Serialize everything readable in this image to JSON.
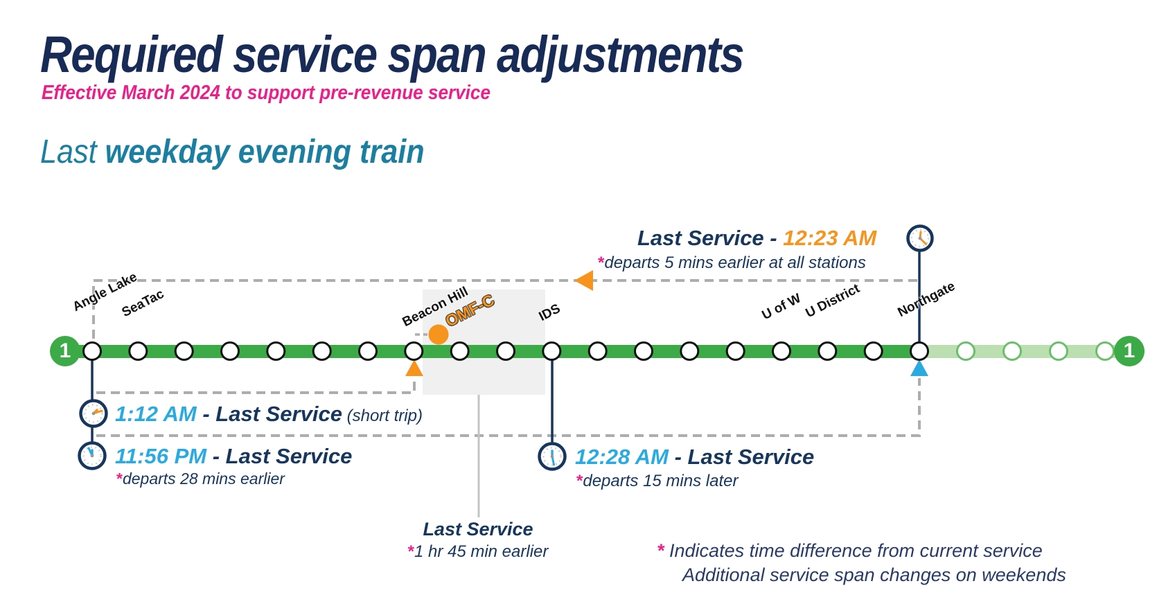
{
  "header": {
    "title": "Required service span adjustments",
    "subtitle": "Effective March 2024 to support pre-revenue service",
    "section_prefix": "Last ",
    "section_bold": "weekday evening train"
  },
  "route": {
    "number": "1"
  },
  "stations": [
    {
      "label": "Angle Lake"
    },
    {
      "label": "SeaTac"
    },
    {
      "label": "Beacon Hill"
    },
    {
      "label": "IDS"
    },
    {
      "label": "U of W"
    },
    {
      "label": "U District"
    },
    {
      "label": "Northgate"
    }
  ],
  "facility": {
    "label": "OMF-C"
  },
  "annotations": {
    "northgate_last": {
      "label": "Last Service - ",
      "time": "12:23 AM",
      "star": "*",
      "note": "departs 5 mins earlier at all stations"
    },
    "short_trip": {
      "time": "1:12 AM",
      "label": " - Last Service",
      "suffix": " (short trip)"
    },
    "angle_lake_last": {
      "time": "11:56 PM",
      "label": " - Last Service",
      "star": "*",
      "note": "departs 28 mins earlier"
    },
    "ids_last": {
      "time": "12:28 AM",
      "label": " - Last Service",
      "star": "*",
      "note": "departs 15 mins later"
    },
    "omf_last": {
      "label": "Last Service",
      "star": "*",
      "note": "1 hr 45 min earlier"
    }
  },
  "legend": {
    "star": "* ",
    "line1": "Indicates time difference from current service",
    "line2": "Additional service span changes on weekends"
  },
  "colors": {
    "navy_title": "#182A56",
    "pink": "#EC1E8C",
    "teal": "#1A7FA0",
    "line_green": "#3CAA47",
    "faded_green": "#BCDFB2",
    "cyan_time": "#29ABE2",
    "orange": "#F7941D",
    "clock_navy": "#17365D",
    "dash_gray": "#ADADAD",
    "box_gray": "#F0F0F0"
  }
}
